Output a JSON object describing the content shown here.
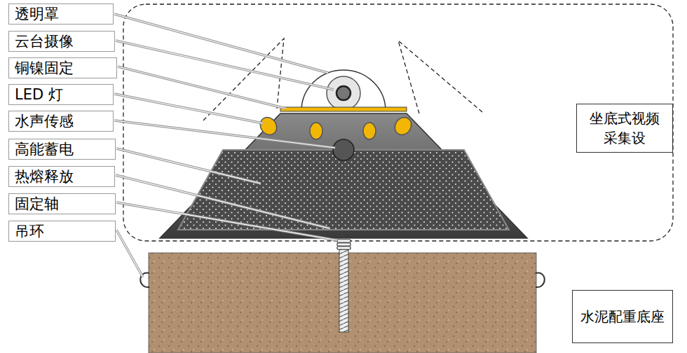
{
  "diagram": {
    "nodes": [
      {
        "text": [
          "透明罩"
        ]
      },
      {
        "text": [
          "云台摄像"
        ]
      },
      {
        "text": [
          "铜镍固定"
        ]
      },
      {
        "text": [
          "LED 灯"
        ]
      },
      {
        "text": [
          "水声传感"
        ]
      },
      {
        "text": [
          "高能蓄电"
        ]
      },
      {
        "text": [
          "热熔释放"
        ]
      },
      {
        "text": [
          "固定轴"
        ]
      },
      {
        "text": [
          "吊环"
        ]
      },
      {
        "text": [
          "坐底式视频采集设"
        ]
      },
      {
        "text": [
          "水泥配重底座"
        ]
      }
    ]
  }
}
